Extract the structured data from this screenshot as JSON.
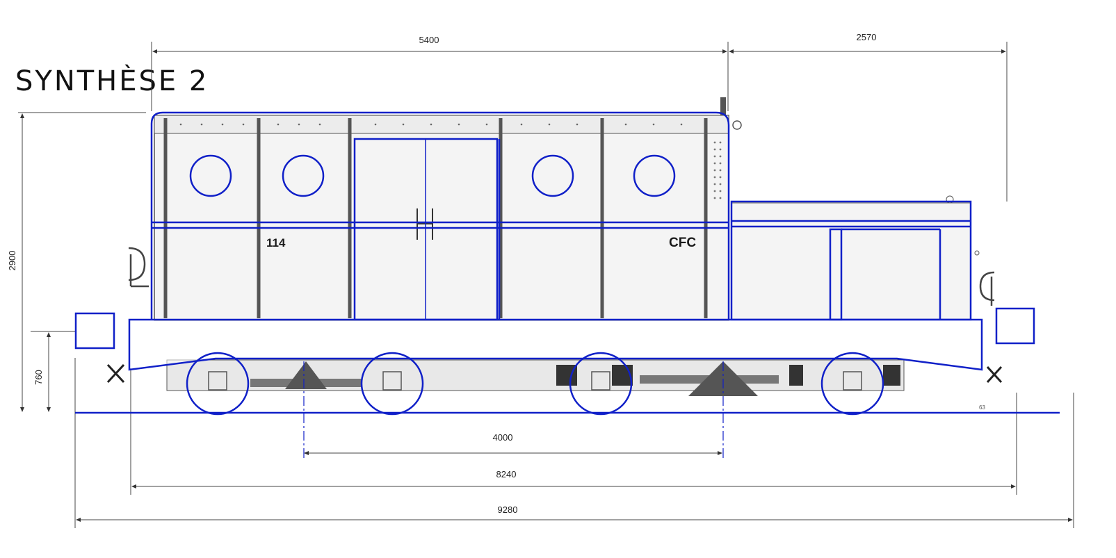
{
  "title": "SYNTHÈSE 2",
  "colors": {
    "overlay": "#1020c8",
    "drawing": "#444444",
    "fill": "#f3f3f3"
  },
  "dimensions": {
    "cab_length": "5400",
    "hood_length": "2570",
    "total_height": "2900",
    "frame_height": "760",
    "wheelbase": "4000",
    "frame_length": "8240",
    "overall_length": "9280"
  },
  "markings": {
    "number": "114",
    "company": "CFC"
  },
  "scale_note": "63"
}
